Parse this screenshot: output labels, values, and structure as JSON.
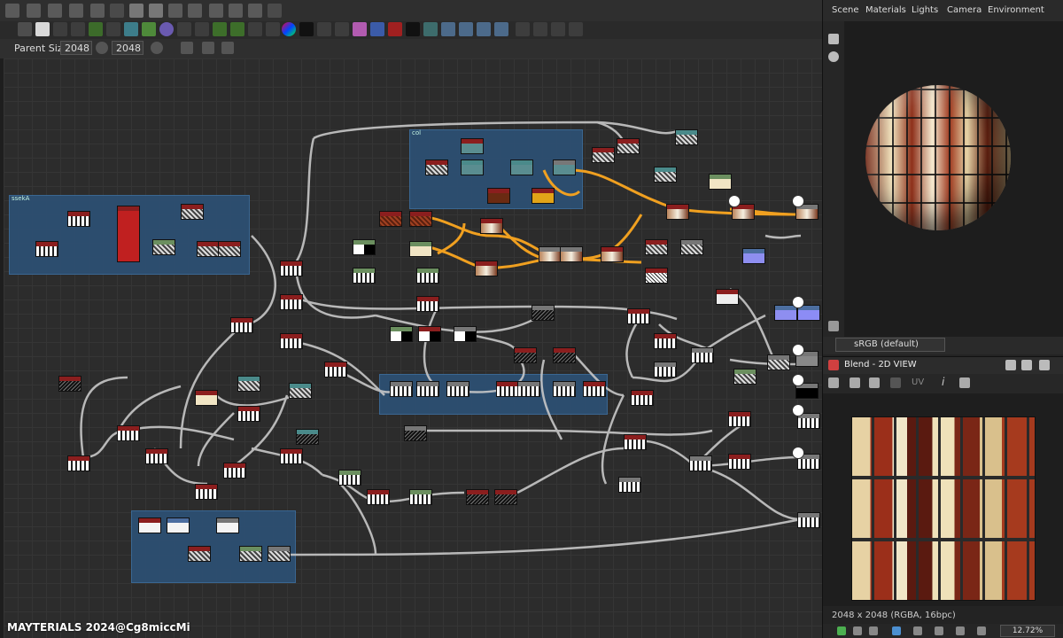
{
  "toolbar": {
    "row1_icons": [
      "select-icon",
      "move-icon",
      "camera-icon",
      "info-icon",
      "graph-layout-icon",
      "align-icon",
      "snap-icon",
      "connect-icon",
      "link-icon",
      "refresh-icon",
      "tools-icon",
      "frame-icon",
      "grid-icon"
    ],
    "row2_icons": [
      "image-input-icon",
      "document-icon",
      "water-drop-icon",
      "shuffle-icon",
      "curve-icon",
      "color-drop-icon",
      "transform-icon",
      "line-icon",
      "circle-gradient-icon",
      "levels-icon",
      "blend-icon",
      "grayscale-icon",
      "sharpen-icon",
      "warp-icon",
      "hsl-icon",
      "histogram-icon",
      "number-icon",
      "curve2-icon",
      "text-icon",
      "selection-icon",
      "dark-mask-icon",
      "map-icon",
      "output-icon",
      "input-icon",
      "layer-icon",
      "layer2-icon",
      "comment-icon",
      "pin-icon",
      "frame-tool-icon",
      "anchor-icon"
    ],
    "parent_size_label": "Parent Size:",
    "width_value": "2048",
    "height_value": "2048"
  },
  "graph": {
    "frames": [
      {
        "id": "frame-1",
        "title": "ssekA"
      },
      {
        "id": "frame-2",
        "title": "col"
      },
      {
        "id": "frame-3",
        "title": ""
      },
      {
        "id": "frame-4",
        "title": ""
      }
    ]
  },
  "right_panel": {
    "tabs": [
      "Scene",
      "Materials",
      "Lights",
      "Camera",
      "Environment"
    ],
    "colorspace": "sRGB (default)",
    "view2d_title": "Blend - 2D VIEW",
    "uv_label": "UV",
    "texture_info": "2048 x 2048 (RGBA, 16bpc)",
    "zoom": "12.72%"
  },
  "watermark": {
    "left": "MAYTERIALS 2024",
    "right": "@Cg8miccMi"
  },
  "colors": {
    "frame_blue": "#2d4f72",
    "node_header": "#8b1e1e",
    "wire": "#c8c8c8",
    "wire_orange": "#f0a020"
  }
}
